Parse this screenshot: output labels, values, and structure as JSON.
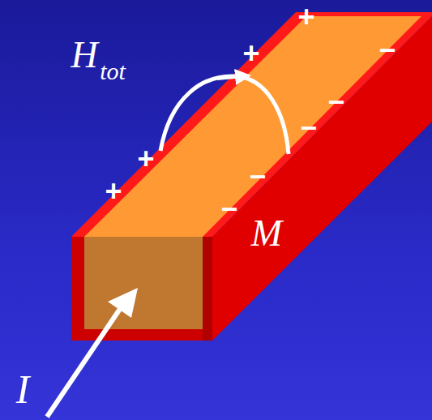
{
  "diagram": {
    "labels": [
      "H",
      "tot",
      "M",
      "I",
      "+",
      "+",
      "+",
      "+",
      "–",
      "–",
      "–",
      "–",
      "–"
    ]
  }
}
